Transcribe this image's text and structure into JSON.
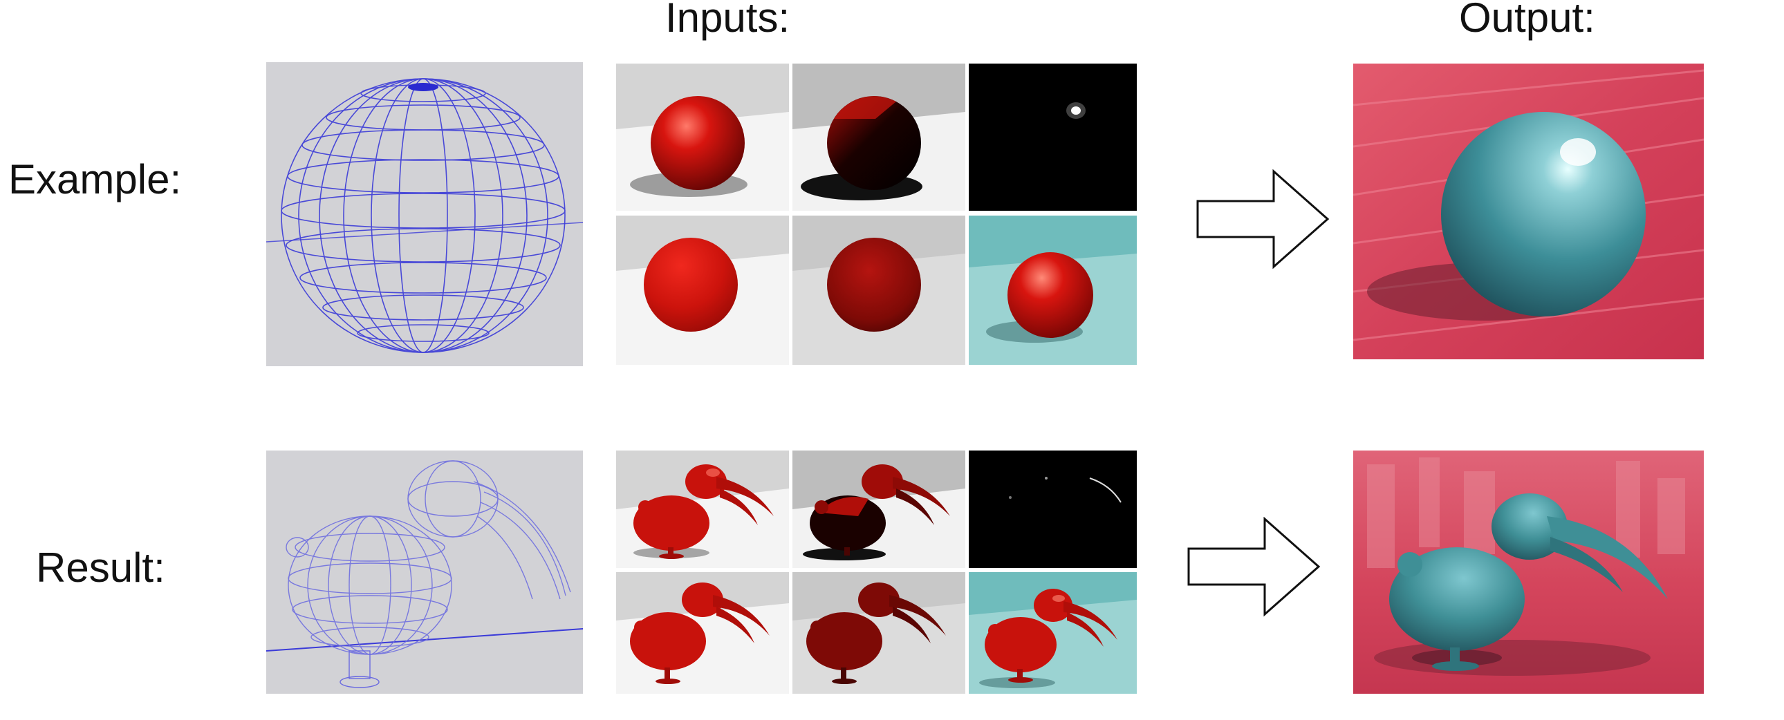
{
  "headers": {
    "inputs": "Inputs:",
    "output": "Output:"
  },
  "rows": [
    {
      "label": "Example:",
      "subject": "sphere"
    },
    {
      "label": "Result:",
      "subject": "kiwi-bird"
    }
  ],
  "input_cells": [
    "full-render",
    "shadow-render",
    "specular-highlight",
    "unshadowed-render",
    "dark-render",
    "floor-render"
  ],
  "colors": {
    "wireframe": "#3b3bd8",
    "wireframe_bg": "#d2d2d6",
    "red_object": "#c8120c",
    "teal_floor": "#9bd3d2",
    "painting_bg": "#d8475e",
    "painted_object": "#3f8f96"
  }
}
